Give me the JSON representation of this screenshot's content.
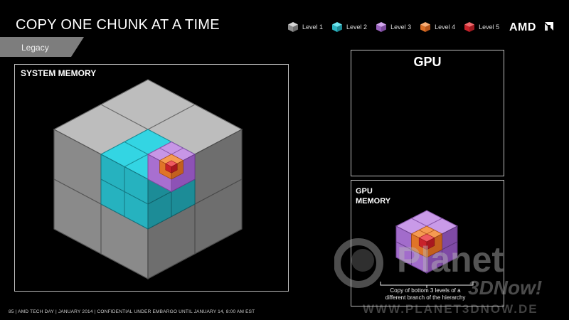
{
  "slide": {
    "title": "COPY ONE CHUNK AT A TIME",
    "tag": "Legacy",
    "footer": "85  |  AMD TECH DAY  |  JANUARY 2014  |  CONFIDENTIAL UNDER EMBARGO UNTIL JANUARY 14, 8:00 AM EST"
  },
  "legend": [
    {
      "label": "Level 1",
      "color": "#b9b9b9"
    },
    {
      "label": "Level 2",
      "color": "#35d6e4"
    },
    {
      "label": "Level 3",
      "color": "#b47dd6"
    },
    {
      "label": "Level 4",
      "color": "#f2873a"
    },
    {
      "label": "Level 5",
      "color": "#e3343a"
    }
  ],
  "logo": {
    "text": "AMD"
  },
  "system_memory": {
    "title": "SYSTEM MEMORY"
  },
  "gpu": {
    "title": "GPU"
  },
  "gpu_memory": {
    "line1": "GPU",
    "line2": "MEMORY"
  },
  "caption": {
    "line1": "Copy of bottom 3 levels of a",
    "line2": "different branch of the hierarchy"
  },
  "watermark": {
    "brand": "Planet",
    "sub": "3DNow!",
    "url": "WWW.PLANET3DNOW.DE"
  },
  "colors": {
    "background": "#000000",
    "panel_border": "#bdbdbd",
    "tag_bg": "#7d7d7d"
  }
}
